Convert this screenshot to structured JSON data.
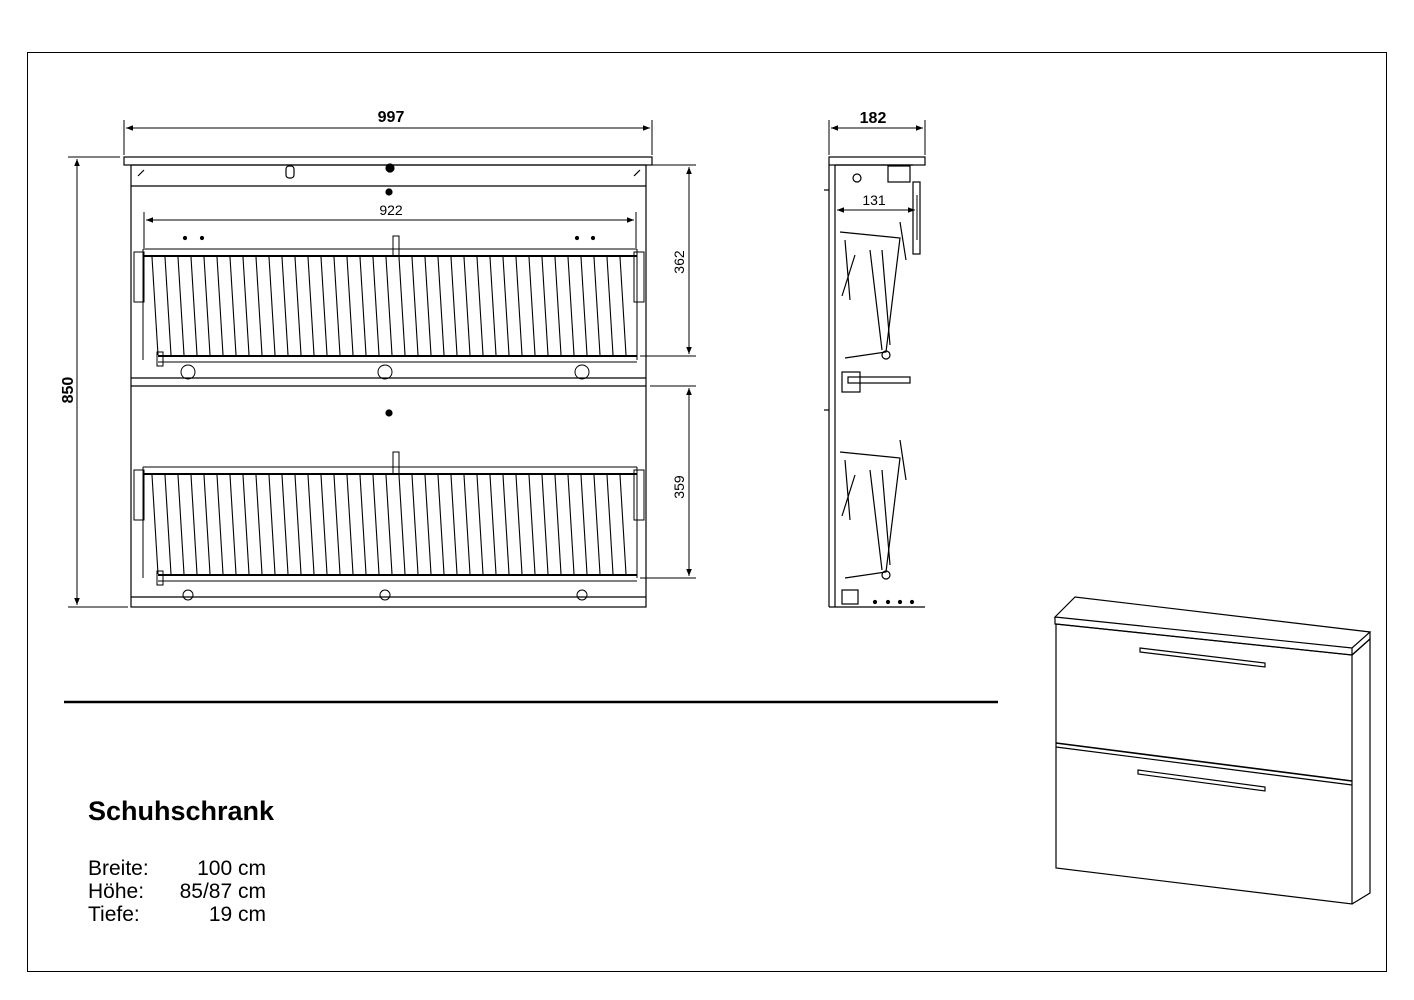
{
  "dimensions": {
    "width_total": "997",
    "height_total": "850",
    "inner_width": "922",
    "upper_compartment": "362",
    "lower_compartment": "359",
    "depth_total": "182",
    "depth_inner": "131"
  },
  "title": "Schuhschrank",
  "specs": [
    {
      "label": "Breite:",
      "value": "100 cm"
    },
    {
      "label": "Höhe:",
      "value": "85/87 cm"
    },
    {
      "label": "Tiefe:",
      "value": "19 cm"
    }
  ]
}
